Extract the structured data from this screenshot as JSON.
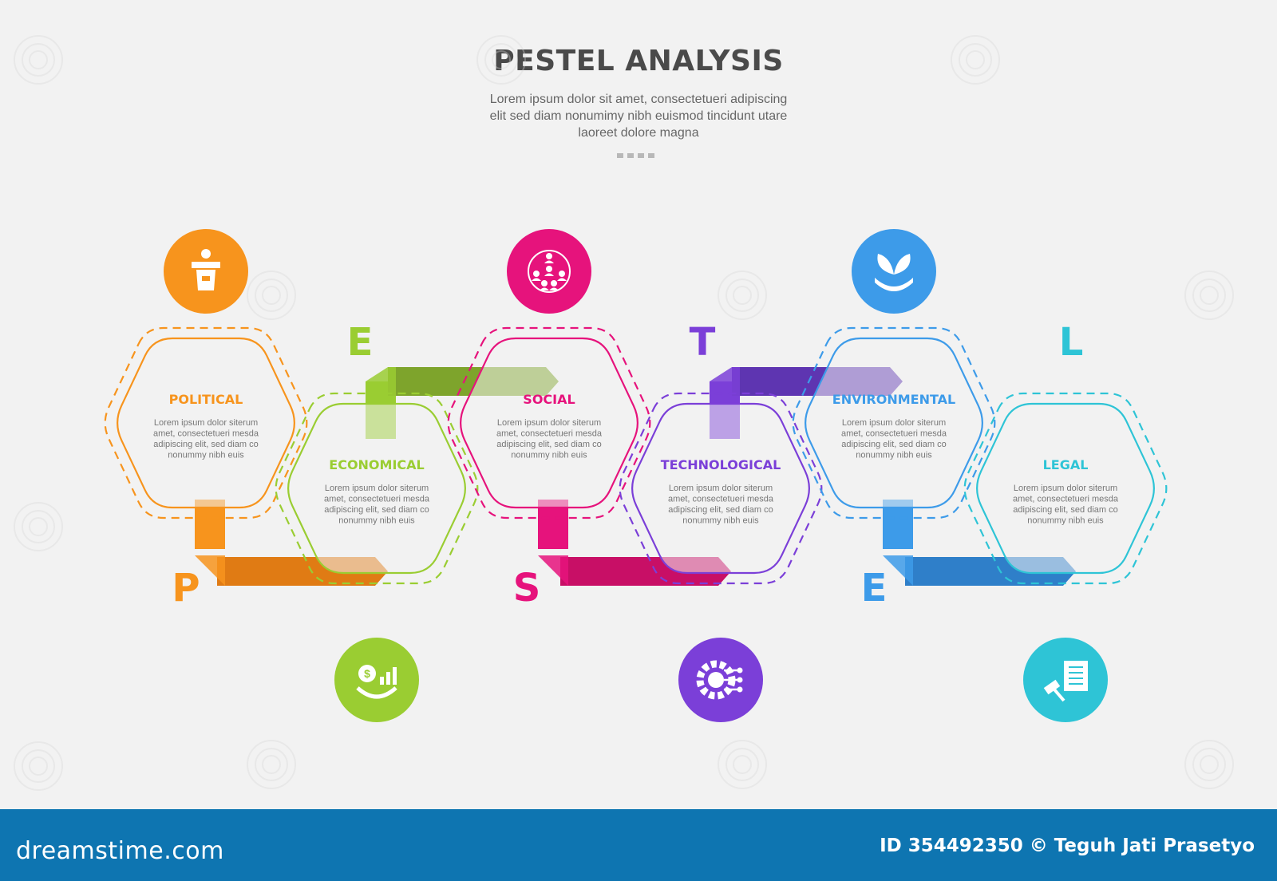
{
  "header": {
    "title": "PESTEL ANALYSIS",
    "subtitle_lines": [
      "Lorem ipsum dolor sit amet, consectetueri adipiscing",
      "elit sed diam nonumimy nibh euismod tincidunt utare",
      "laoreet dolore magna"
    ]
  },
  "items": [
    {
      "key": "political",
      "title": "POLITICAL",
      "letter": "P",
      "color": "#f7941d",
      "arrow_color": "#e07b14",
      "icon": "podium-speaker-icon",
      "body": [
        "Lorem ipsum dolor siterum",
        "amet, consectetueri mesda",
        "adipiscing elit, sed diam co",
        "nonummy nibh euis"
      ]
    },
    {
      "key": "economical",
      "title": "ECONOMICAL",
      "letter": "E",
      "color": "#9acd32",
      "arrow_color": "#7ea42c",
      "icon": "money-growth-chart-icon",
      "body": [
        "Lorem ipsum dolor siterum",
        "amet, consectetueri mesda",
        "adipiscing elit, sed diam co",
        "nonummy nibh euis"
      ]
    },
    {
      "key": "social",
      "title": "SOCIAL",
      "letter": "S",
      "color": "#e6137c",
      "arrow_color": "#c80f66",
      "icon": "people-network-icon",
      "body": [
        "Lorem ipsum dolor siterum",
        "amet, consectetueri mesda",
        "adipiscing elit, sed diam co",
        "nonummy nibh euis"
      ]
    },
    {
      "key": "technological",
      "title": "TECHNOLOGICAL",
      "letter": "T",
      "color": "#7b3fd8",
      "arrow_color": "#5e35b1",
      "icon": "gear-circuit-icon",
      "body": [
        "Lorem ipsum dolor siterum",
        "amet, consectetueri mesda",
        "adipiscing elit, sed diam co",
        "nonummy nibh euis"
      ]
    },
    {
      "key": "environmental",
      "title": "ENVIRONMENTAL",
      "letter": "E",
      "color": "#3d9be9",
      "arrow_color": "#2f7fc9",
      "icon": "plant-hand-icon",
      "body": [
        "Lorem ipsum dolor siterum",
        "amet, consectetueri mesda",
        "adipiscing elit, sed diam co",
        "nonummy nibh euis"
      ]
    },
    {
      "key": "legal",
      "title": "LEGAL",
      "letter": "L",
      "color": "#2ec4d6",
      "arrow_color": "#2ec4d6",
      "icon": "gavel-document-icon",
      "body": [
        "Lorem ipsum dolor siterum",
        "amet, consectetueri mesda",
        "adipiscing elit, sed diam co",
        "nonummy nibh euis"
      ]
    }
  ],
  "footer": {
    "brand": "dreamstime.com",
    "credit": "ID 354492350 © Teguh Jati Prasetyo",
    "background": "#0e75b1"
  }
}
